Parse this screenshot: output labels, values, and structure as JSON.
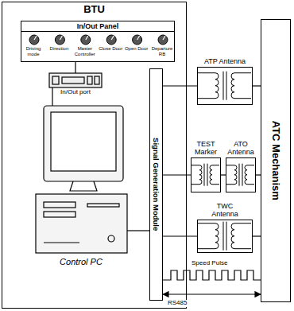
{
  "diagram": {
    "nodes": [
      {
        "text": [
          "BTU"
        ]
      },
      {
        "text": [
          "In/Out Panel"
        ],
        "in": 0
      },
      {
        "text": [
          "Signal Generation Module"
        ],
        "in": 0
      },
      {
        "text": [
          "ATP Antenna"
        ]
      },
      {
        "text": [
          "TEST Marker"
        ]
      },
      {
        "text": [
          "ATO Antenna"
        ]
      },
      {
        "text": [
          "TWC Antenna"
        ]
      },
      {
        "text": [
          "ATC Mechanism"
        ]
      }
    ],
    "edges": [
      {
        "from": 2,
        "to": 3,
        "arrow": "none"
      },
      {
        "from": 3,
        "to": 7,
        "arrow": "none"
      },
      {
        "from": 2,
        "to": 4,
        "arrow": "none"
      },
      {
        "from": 4,
        "to": 5,
        "arrow": "none"
      },
      {
        "from": 5,
        "to": 7,
        "arrow": "none"
      },
      {
        "from": 2,
        "to": 6,
        "arrow": "none"
      },
      {
        "from": 6,
        "to": 7,
        "arrow": "none"
      },
      {
        "from": 2,
        "to": 7,
        "label": "Speed Pulse",
        "arrow": "none"
      },
      {
        "from": 2,
        "to": 7,
        "label": "RS485",
        "arrow": "both"
      }
    ],
    "labels": [
      "Driving mode",
      "Direction",
      "Master Controller",
      "Close Door",
      "Open Door",
      "Departure RB",
      "In/Out port",
      "Control PC"
    ]
  }
}
